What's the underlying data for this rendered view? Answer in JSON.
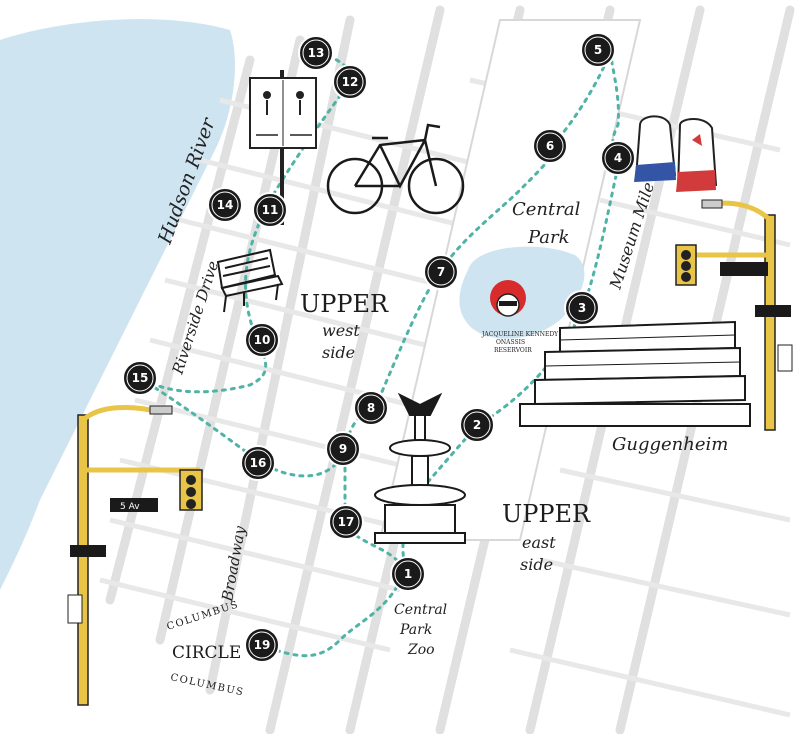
{
  "map": {
    "river_label": "Hudson River",
    "labels": {
      "central_park": [
        "Central",
        "Park"
      ],
      "museum_mile": "Museum Mile",
      "upper_west_side": [
        "UPPER",
        "west",
        "side"
      ],
      "upper_east_side": [
        "UPPER",
        "east",
        "side"
      ],
      "riverside_drive": "Riverside Drive",
      "broadway": "Broadway",
      "guggenheim": "Guggenheim",
      "central_park_zoo": [
        "Central",
        "Park",
        "Zoo"
      ],
      "columbus_circle": [
        "COLUMBUS",
        "CIRCLE",
        "COLUMBUS"
      ],
      "jackie_plaque": [
        "JACQUELINE KENNEDY",
        "ONASSIS",
        "RESERVOIR"
      ],
      "street_sign": "5 Av"
    },
    "stops": [
      {
        "num": "1",
        "label": "1"
      },
      {
        "num": "2",
        "label": "2"
      },
      {
        "num": "3",
        "label": "3"
      },
      {
        "num": "4",
        "label": "4"
      },
      {
        "num": "5",
        "label": "5"
      },
      {
        "num": "6",
        "label": "6"
      },
      {
        "num": "7",
        "label": "7"
      },
      {
        "num": "8",
        "label": "8"
      },
      {
        "num": "9",
        "label": "9"
      },
      {
        "num": "10",
        "label": "10"
      },
      {
        "num": "11",
        "label": "11"
      },
      {
        "num": "12",
        "label": "12"
      },
      {
        "num": "13",
        "label": "13"
      },
      {
        "num": "14",
        "label": "14"
      },
      {
        "num": "15",
        "label": "15"
      },
      {
        "num": "16",
        "label": "16"
      },
      {
        "num": "17",
        "label": "17"
      },
      {
        "num": "19",
        "label": "19"
      }
    ],
    "colors": {
      "water": "#cfe4f1",
      "route": "#4fb3a5",
      "marker": "#1a1a1a",
      "pole": "#e8c547",
      "street": "#dcdcdc"
    },
    "icons": [
      "bicycle-icon",
      "bench-icon",
      "sneakers-icon",
      "traffic-light-icon",
      "fountain-icon",
      "museum-icon",
      "bike-lane-sign-icon",
      "portrait-icon"
    ]
  }
}
